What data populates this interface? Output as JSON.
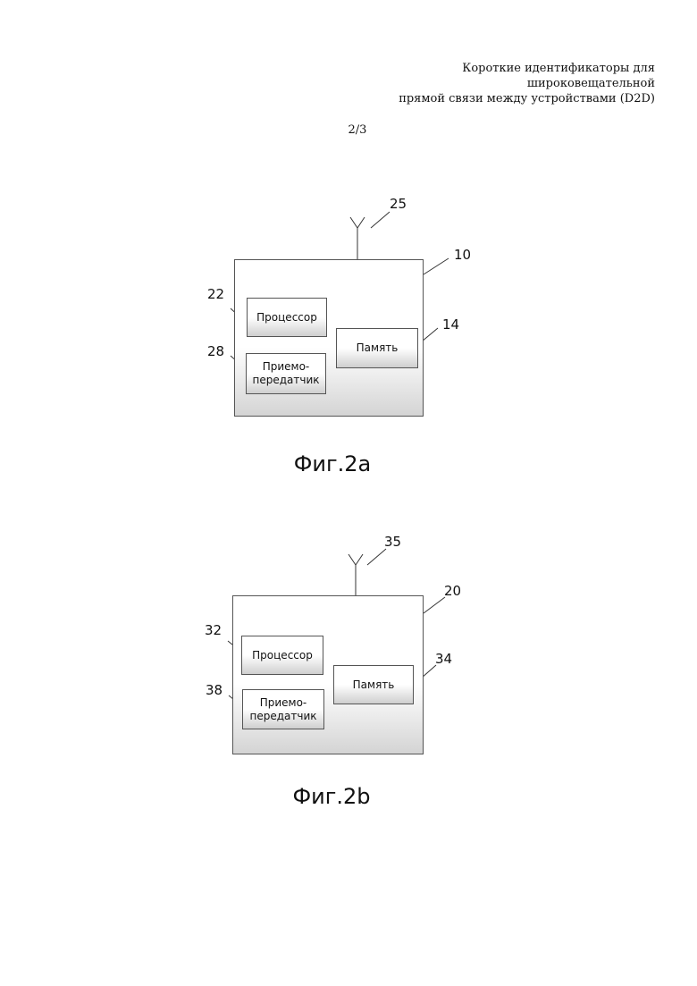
{
  "header": {
    "title_line1": "Короткие идентификаторы для широковещательной",
    "title_line2": "прямой связи между устройствами (D2D)",
    "page_number": "2/3"
  },
  "figures": [
    {
      "caption": "Фиг.2a",
      "antenna_ref": "25",
      "device_ref": "10",
      "processor": {
        "ref": "22",
        "label": "Процессор"
      },
      "transceiver": {
        "ref": "28",
        "label_line1": "Приемо-",
        "label_line2": "передатчик"
      },
      "memory": {
        "ref": "14",
        "label": "Память"
      }
    },
    {
      "caption": "Фиг.2b",
      "antenna_ref": "35",
      "device_ref": "20",
      "processor": {
        "ref": "32",
        "label": "Процессор"
      },
      "transceiver": {
        "ref": "38",
        "label_line1": "Приемо-",
        "label_line2": "передатчик"
      },
      "memory": {
        "ref": "34",
        "label": "Память"
      }
    }
  ]
}
